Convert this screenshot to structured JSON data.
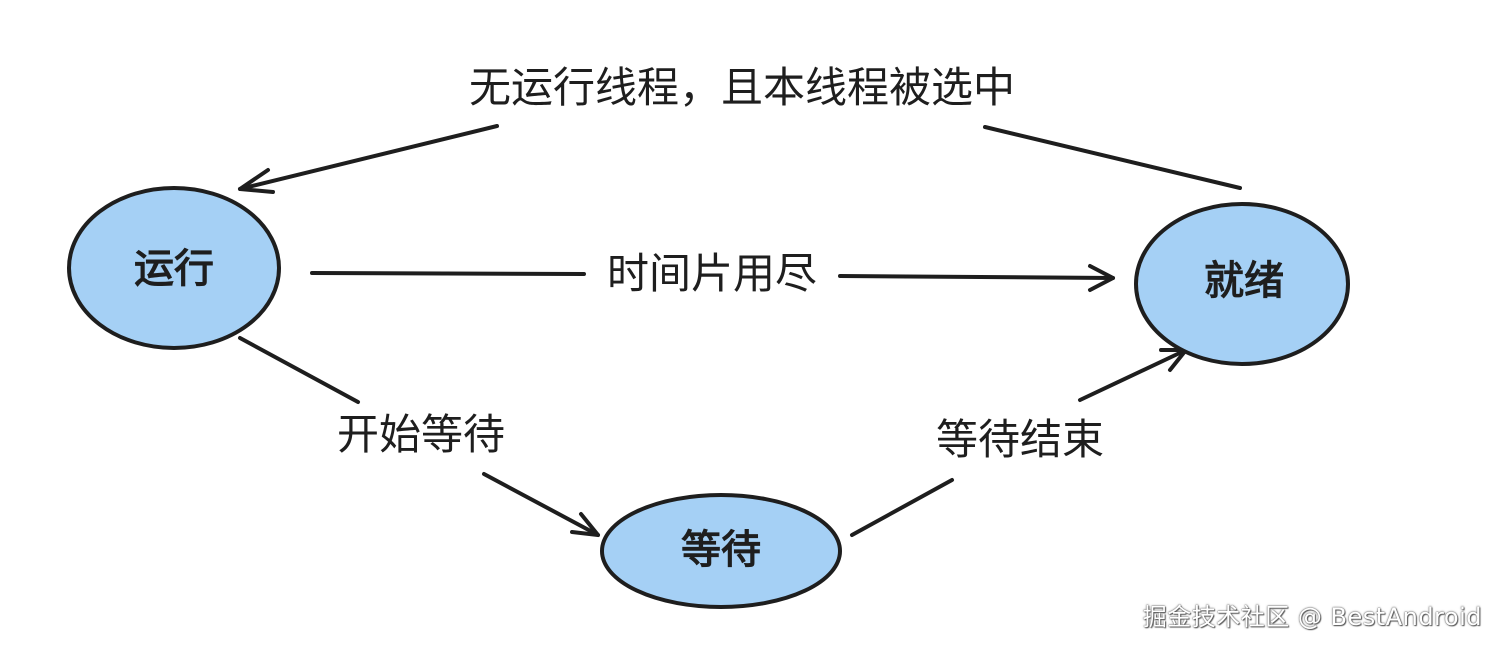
{
  "diagram": {
    "nodes": {
      "running": {
        "label": "运行"
      },
      "ready": {
        "label": "就绪"
      },
      "waiting": {
        "label": "等待"
      }
    },
    "edges": {
      "ready_to_running": {
        "label": "无运行线程，且本线程被选中"
      },
      "running_to_ready": {
        "label": "时间片用尽"
      },
      "running_to_waiting": {
        "label": "开始等待"
      },
      "waiting_to_ready": {
        "label": "等待结束"
      }
    },
    "colors": {
      "node_fill": "#a5d0f5",
      "stroke": "#1e1e1e",
      "background": "#ffffff"
    }
  },
  "watermark": {
    "text": "掘金技术社区 @ BestAndroid"
  }
}
